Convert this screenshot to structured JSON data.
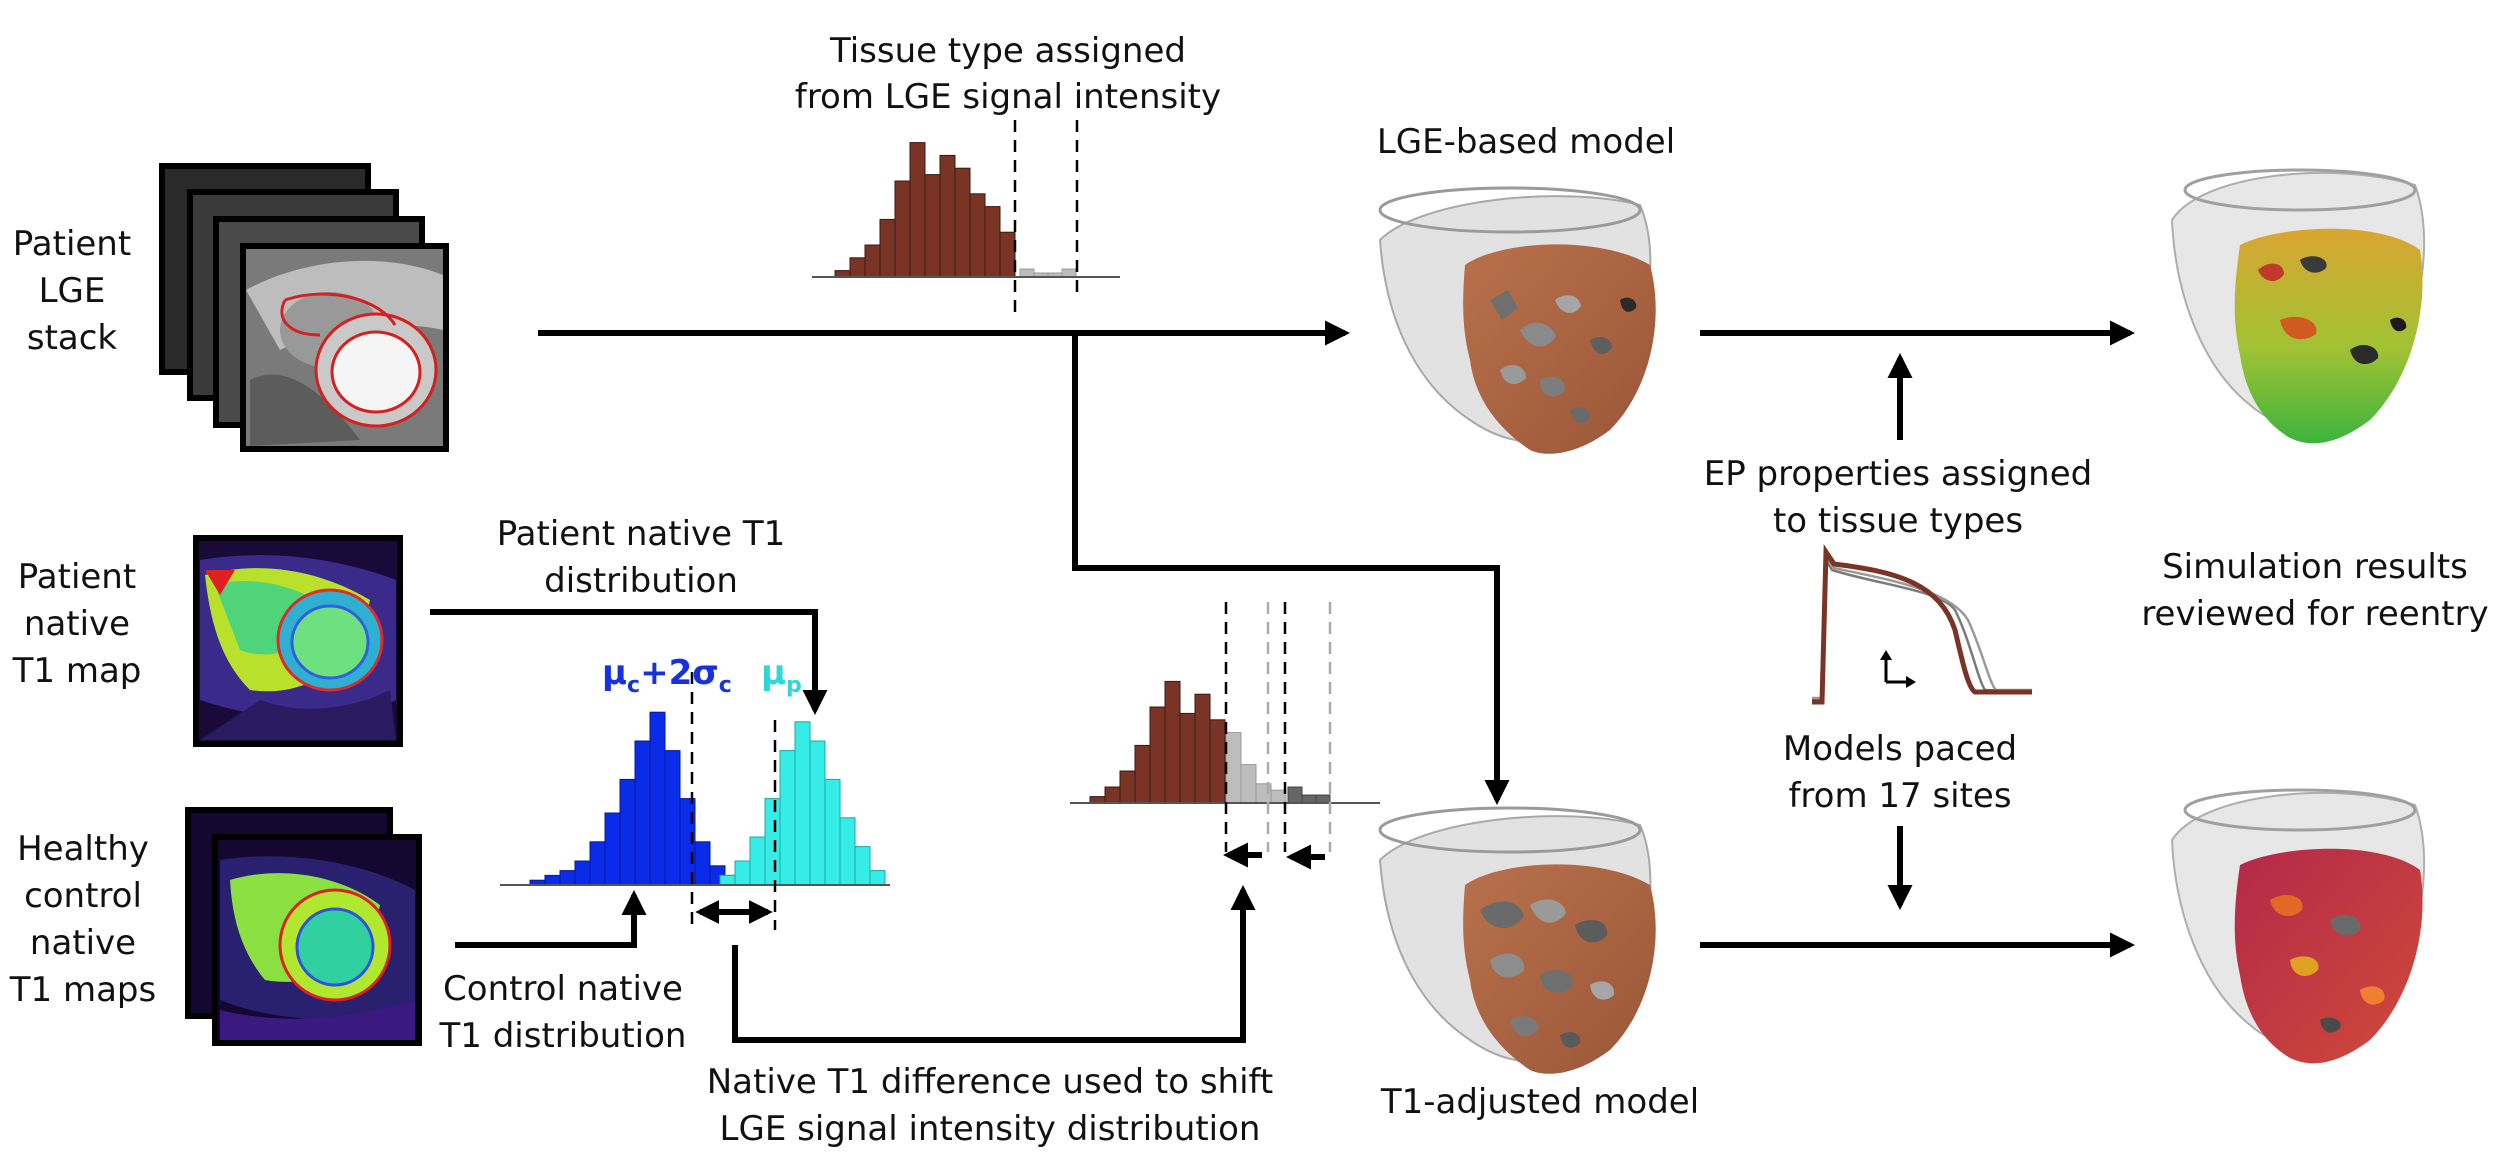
{
  "labels": {
    "patient_lge_stack": [
      "Patient",
      "LGE",
      "stack"
    ],
    "patient_native_t1_map": [
      "Patient",
      "native",
      "T1 map"
    ],
    "healthy_control_t1_maps": [
      "Healthy",
      "control",
      "native",
      "T1 maps"
    ],
    "tissue_type_assigned": [
      "Tissue type assigned",
      "from LGE signal intensity"
    ],
    "lge_based_model": "LGE-based model",
    "t1_adjusted_model": "T1-adjusted model",
    "patient_native_t1_distribution": [
      "Patient native T1",
      "distribution"
    ],
    "control_native_t1_distribution": [
      "Control native",
      "T1 distribution"
    ],
    "native_t1_difference": [
      "Native T1 difference used to shift",
      "LGE signal intensity distribution"
    ],
    "ep_properties_assigned": [
      "EP properties assigned",
      "to tissue types"
    ],
    "models_paced": [
      "Models paced",
      "from 17 sites"
    ],
    "simulation_results": [
      "Simulation results",
      "reviewed for reentry"
    ],
    "mu_c": "μ",
    "mu_c_sub": "c",
    "two_sigma": "+2σ",
    "sigma_sub": "c",
    "mu_p": "μ",
    "mu_p_sub": "p"
  },
  "colors": {
    "lge_hist": "#7a3425",
    "lge_hist_gray": "#bdbdbd",
    "lge_hist_dark": "#666666",
    "control_hist": "#0a2be8",
    "patient_hist": "#36ece6",
    "mu_c_label": "#1730e0",
    "mu_p_label": "#2fd8d4",
    "arrow": "#000000",
    "ap_trace": "#7a3425"
  },
  "histograms": {
    "lge_top": [
      2,
      6,
      10,
      18,
      30,
      42,
      32,
      38,
      34,
      26,
      22,
      14
    ],
    "lge_top_tail": [
      2,
      1,
      1,
      2
    ],
    "lge_shifted": [
      2,
      5,
      10,
      18,
      30,
      38,
      28,
      34,
      26
    ],
    "lge_shifted_gray": [
      22,
      12,
      6,
      4
    ],
    "lge_shifted_dark": [
      2,
      1,
      1
    ],
    "control": [
      1,
      2,
      3,
      5,
      9,
      15,
      22,
      30,
      36,
      28,
      18,
      9,
      4,
      2
    ],
    "patient": [
      2,
      5,
      10,
      18,
      28,
      34,
      30,
      22,
      14,
      8,
      3
    ]
  }
}
